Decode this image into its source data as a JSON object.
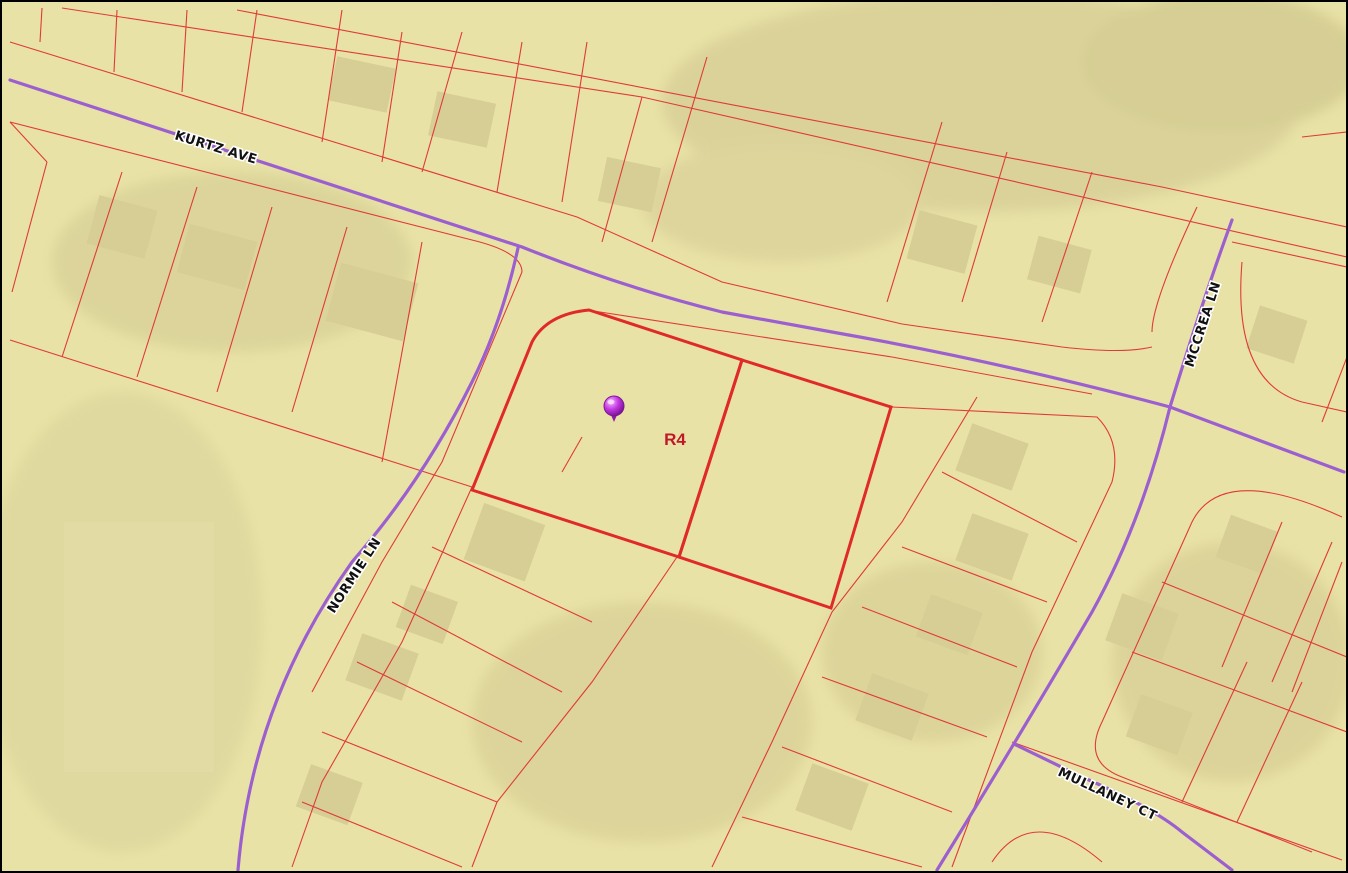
{
  "map": {
    "streets": {
      "kurtz": "KURTZ AVE",
      "normie": "NORMIE LN",
      "mccrea": "MCCREA LN",
      "mullaney": "MULLANEY CT"
    },
    "zone_label": "R4",
    "marker_icon": "location-pin-icon",
    "colors": {
      "base": "#e9e2a6",
      "parcel_line": "#e03a3a",
      "street_line": "#9b5fd0",
      "highlight_outline": "#e02a2a",
      "zone_label": "#c0182a",
      "marker": "#c236e0"
    }
  }
}
